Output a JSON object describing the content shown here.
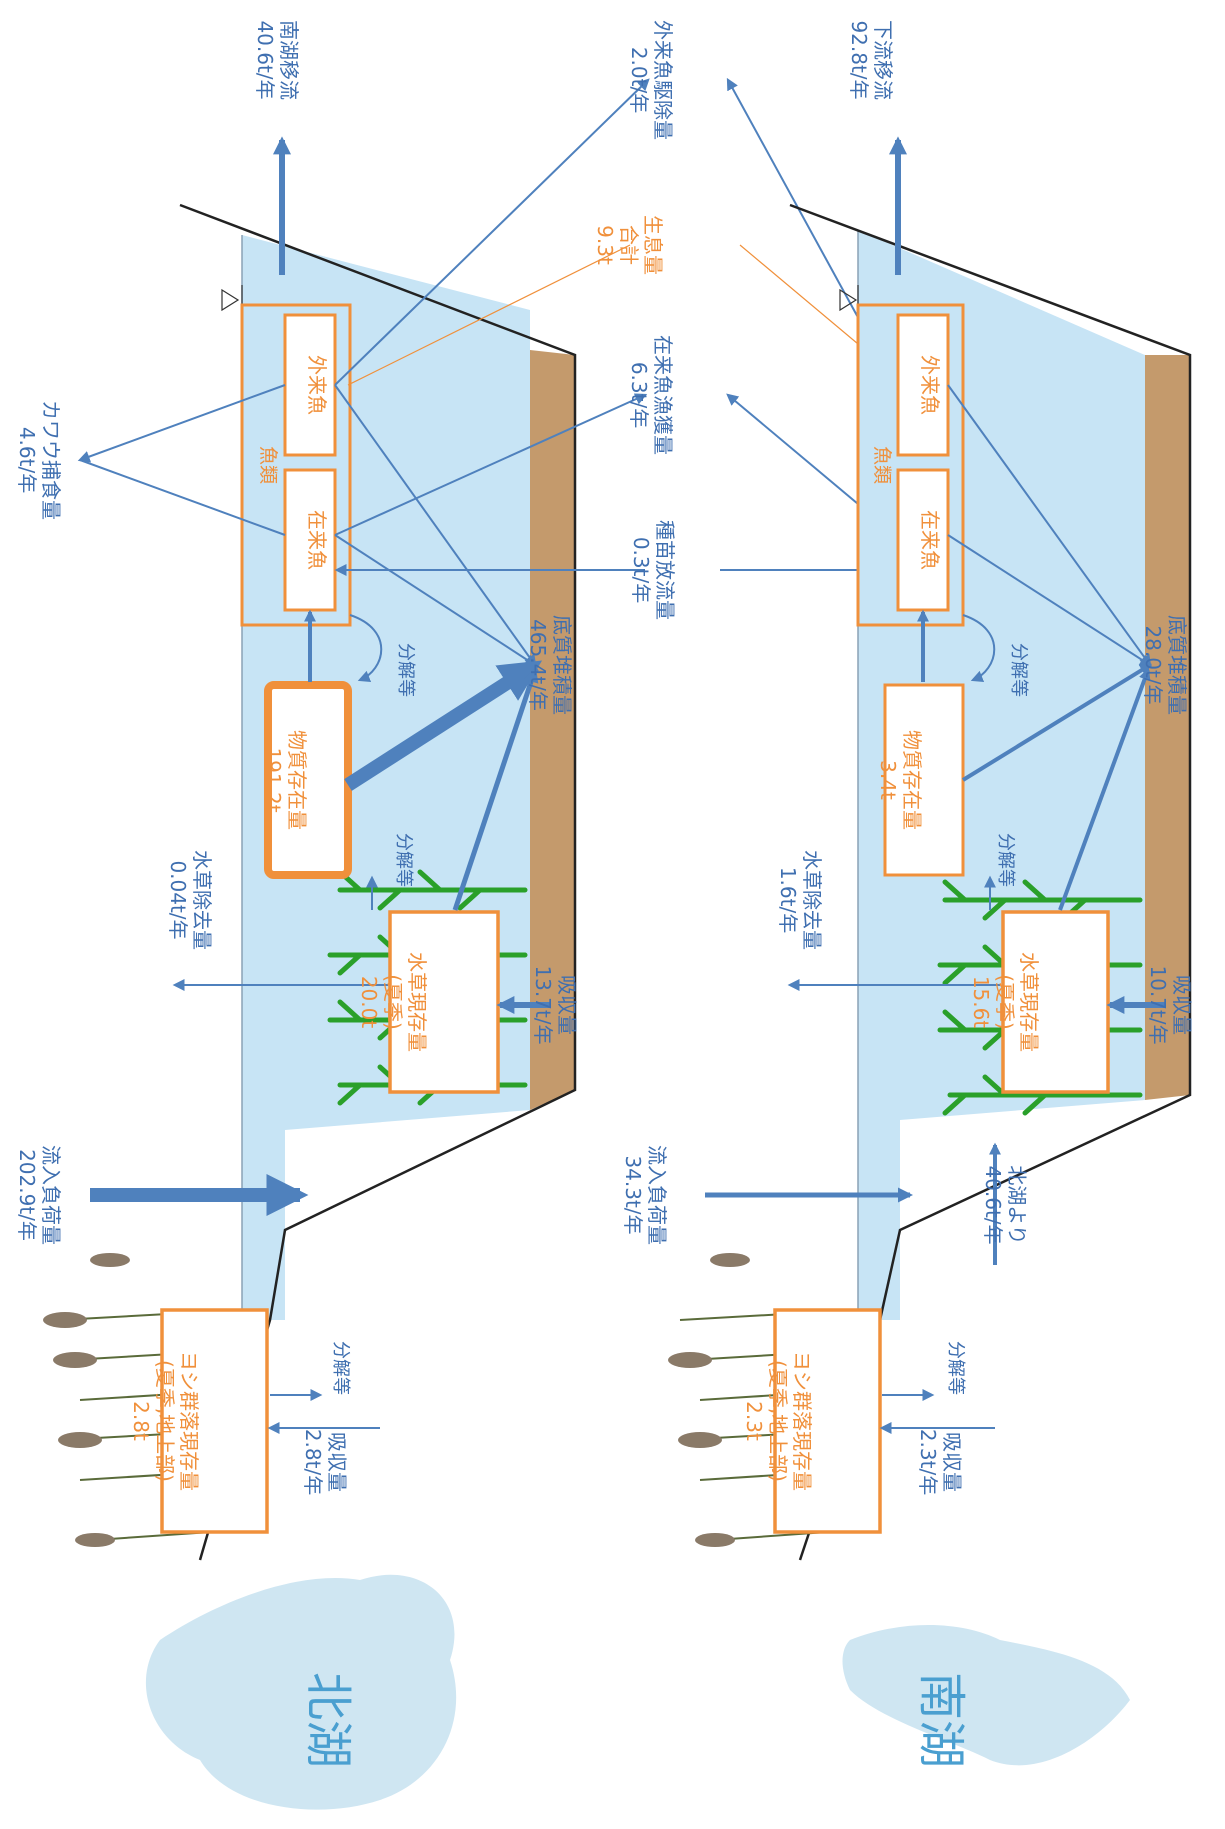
{
  "colors": {
    "water": "#c7e4f5",
    "sediment": "#c49a6c",
    "arrow": "#4f81bd",
    "text_blue": "#3f6fb0",
    "text_orange": "#f0903b",
    "box_border": "#f0903b",
    "plant_green": "#2aa02a",
    "lake_map": "#cfe6f2",
    "title": "#4a9fd0"
  },
  "north": {
    "title": "北湖",
    "outflow": {
      "label": "南湖移流",
      "value": "40.6t/年"
    },
    "cormorant": {
      "label": "カワウ捕食量",
      "value": "4.6t/年"
    },
    "inflow": {
      "label": "流入負荷量",
      "value": "202.9t/年"
    },
    "weed_removal": {
      "label": "水草除去量",
      "value": "0.04t/年"
    },
    "fish_group": "魚類",
    "native_fish": "在来魚",
    "alien_fish": "外来魚",
    "decomp_fish": "分解等",
    "matter_stock": {
      "label": "物質存在量",
      "value": "191.2t"
    },
    "decomp_plant": "分解等",
    "plant_stock": {
      "label": "水草現存量",
      "sub": "(夏季)",
      "value": "20.0t"
    },
    "sediment": {
      "label": "底質堆積量",
      "value": "465.4t/年"
    },
    "plant_uptake": {
      "label": "吸収量",
      "value": "13.7t/年"
    },
    "reed_stock": {
      "label": "ヨシ群落現存量",
      "sub": "(夏季,地上部)",
      "value": "2.8t"
    },
    "reed_decomp": "分解等",
    "reed_uptake": {
      "label": "吸収量",
      "value": "2.8t/年"
    }
  },
  "center": {
    "alien_removal": {
      "label": "外来魚駆除量",
      "value": "2.0t/年"
    },
    "habitat_total": {
      "label1": "生息量",
      "label2": "合計",
      "value": "9.3t"
    },
    "native_catch": {
      "label": "在来魚漁獲量",
      "value": "6.3t/年"
    },
    "stocking": {
      "label": "種苗放流量",
      "value": "0.3t/年"
    }
  },
  "south": {
    "title": "南湖",
    "outflow": {
      "label": "下流移流",
      "value": "92.8t/年"
    },
    "inflow": {
      "label": "流入負荷量",
      "value": "34.3t/年"
    },
    "from_north": {
      "label": "北湖より",
      "value": "40.6t/年"
    },
    "weed_removal": {
      "label": "水草除去量",
      "value": "1.6t/年"
    },
    "fish_group": "魚類",
    "native_fish": "在来魚",
    "alien_fish": "外来魚",
    "decomp_fish": "分解等",
    "matter_stock": {
      "label": "物質存在量",
      "value": "3.4t"
    },
    "decomp_plant": "分解等",
    "plant_stock": {
      "label": "水草現存量",
      "sub": "(夏季)",
      "value": "15.6t"
    },
    "sediment": {
      "label": "底質堆積量",
      "value": "28.0t/年"
    },
    "plant_uptake": {
      "label": "吸収量",
      "value": "10.7t/年"
    },
    "reed_stock": {
      "label": "ヨシ群落現存量",
      "sub": "(夏季,地上部)",
      "value": "2.3t"
    },
    "reed_decomp": "分解等",
    "reed_uptake": {
      "label": "吸収量",
      "value": "2.3t/年"
    }
  }
}
